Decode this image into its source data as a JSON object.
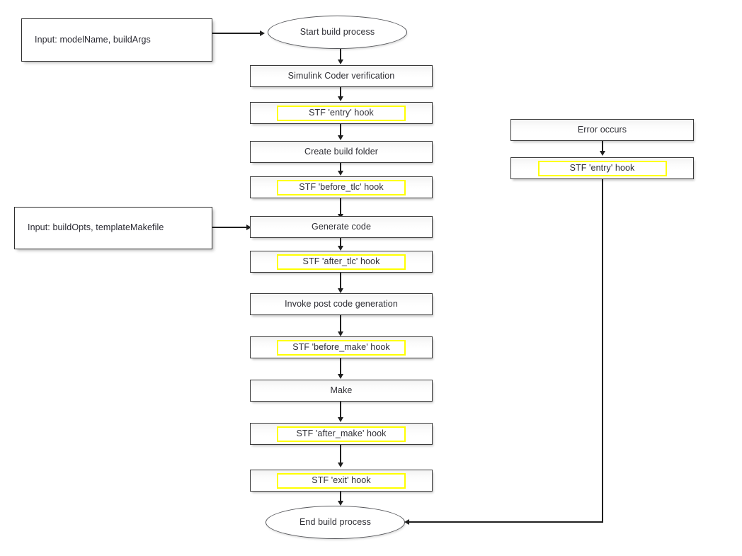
{
  "diagram": {
    "title": "Simulink Coder build process flowchart",
    "colors": {
      "highlight": "#ffff00",
      "node_border": "#3a3a3a",
      "connector": "#1f1f1f",
      "text": "#2f2f35",
      "background": "#ffffff"
    },
    "start_node": {
      "label": "Start build process",
      "shape": "ellipse"
    },
    "end_node": {
      "label": "End build process",
      "shape": "ellipse"
    },
    "inputs": [
      {
        "label": "Input: modelName, buildArgs",
        "target": "Start build process"
      },
      {
        "label": "Input: buildOpts, templateMakefile",
        "target": "Generate code"
      }
    ],
    "main_steps": [
      {
        "label": "Simulink Coder verification",
        "highlighted": false
      },
      {
        "label": "STF 'entry' hook",
        "highlighted": true
      },
      {
        "label": "Create build folder",
        "highlighted": false
      },
      {
        "label": "STF 'before_tlc' hook",
        "highlighted": true
      },
      {
        "label": "Generate code",
        "highlighted": false
      },
      {
        "label": "STF 'after_tlc' hook",
        "highlighted": true
      },
      {
        "label": "Invoke post code generation",
        "highlighted": false
      },
      {
        "label": "STF 'before_make' hook",
        "highlighted": true
      },
      {
        "label": "Make",
        "highlighted": false
      },
      {
        "label": "STF 'after_make' hook",
        "highlighted": true
      },
      {
        "label": "STF 'exit' hook",
        "highlighted": true
      }
    ],
    "error_branch": [
      {
        "label": "Error occurs",
        "highlighted": false
      },
      {
        "label": "STF 'entry' hook",
        "highlighted": true
      }
    ]
  }
}
